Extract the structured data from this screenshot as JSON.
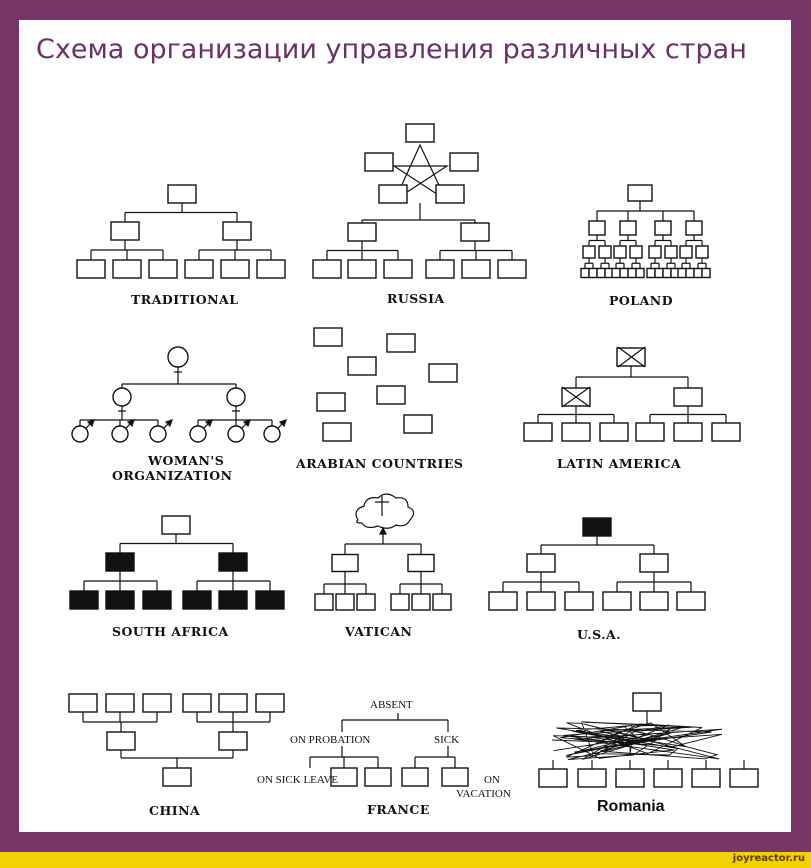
{
  "title": "Схема организации управления различных стран",
  "labels": {
    "traditional": "TRADITIONAL",
    "russia": "RUSSIA",
    "poland": "POLAND",
    "womens_line1": "WOMAN'S",
    "womens_line2": "ORGANIZATION",
    "arabian": "ARABIAN COUNTRIES",
    "latin": "LATIN AMERICA",
    "south_africa": "SOUTH AFRICA",
    "vatican": "VATICAN",
    "usa": "U.S.A.",
    "china": "CHINA",
    "france": "FRANCE",
    "romania": "Romania"
  },
  "france_nodes": {
    "absent": "ABSENT",
    "probation": "ON PROBATION",
    "sick": "SICK",
    "sick_leave": "ON SICK LEAVE",
    "on": "ON",
    "vacation": "VACATION"
  },
  "footer": "joyreactor.ru",
  "colors": {
    "frame": "#7a3568",
    "title": "#6b2f6a",
    "footer": "#f2d100"
  }
}
